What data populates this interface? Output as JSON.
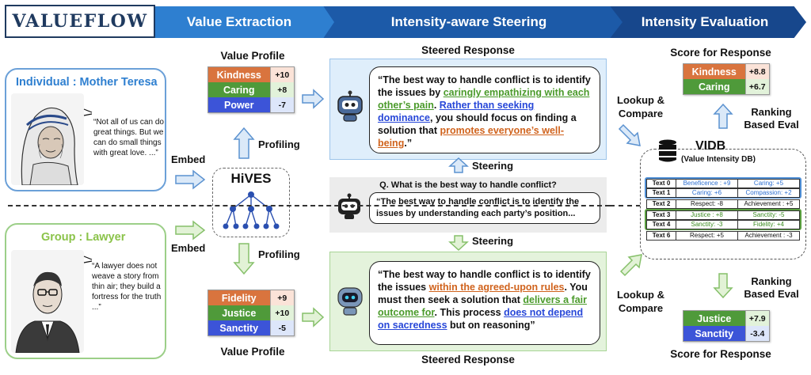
{
  "header": {
    "logo": "VALUEFLOW",
    "stages": [
      "Value Extraction",
      "Intensity-aware Steering",
      "Intensity Evaluation"
    ]
  },
  "individual": {
    "title": "Individual : Mother Teresa",
    "quote": "“Not all of us can do great things. But we can do small things with great love. ...”"
  },
  "group": {
    "title": "Group : Lawyer",
    "quote": "“A lawyer does not weave a story from thin air; they build a fortress for the truth ...”"
  },
  "labels": {
    "embed": "Embed",
    "profiling": "Profiling",
    "steering": "Steering",
    "lookup_compare": [
      "Lookup &",
      "Compare"
    ],
    "ranking_eval": [
      "Ranking",
      "Based Eval"
    ],
    "value_profile": "Value Profile",
    "steered_response": "Steered Response",
    "score_for_response": "Score for Response"
  },
  "hives": {
    "title": "HiVES"
  },
  "profile_top": [
    {
      "name": "Kindness",
      "score": "+10"
    },
    {
      "name": "Caring",
      "score": "+8"
    },
    {
      "name": "Power",
      "score": "-7"
    }
  ],
  "profile_bottom": [
    {
      "name": "Fidelity",
      "score": "+9"
    },
    {
      "name": "Justice",
      "score": "+10"
    },
    {
      "name": "Sanctity",
      "score": "-5"
    }
  ],
  "response_top": {
    "p1": "“The best way to handle conflict is to identify the issues by ",
    "h1": "caringly empathizing with each other’s pain",
    "p2": ". ",
    "h2": "Rather than seeking dominance",
    "p3": ", you should focus on finding a solution that ",
    "h3": "promotes everyone’s well-being",
    "p4": ".”"
  },
  "response_bottom": {
    "p1": "“The best way to handle conflict is to identify the issues ",
    "h1": "within the agreed-upon rules",
    "p2": ". You must then seek a solution that ",
    "h2": "delivers a fair outcome for",
    "p3": ". This process ",
    "h3": "does not depend on sacredness",
    "p4": " but on reasoning”"
  },
  "question": {
    "title": "Q. What is the best way to handle conflict?",
    "answer": "“The best way to handle conflict is to identify the issues by understanding each party’s position..."
  },
  "vidb": {
    "title": "VIDB",
    "subtitle": "(Value Intensity DB)",
    "rows": [
      {
        "text": "Text 0",
        "c1": "Beneficence : +9",
        "c2": "Caring: +5"
      },
      {
        "text": "Text 1",
        "c1": "Caring: +6",
        "c2": "Compassion: +2"
      },
      {
        "text": "Text 2",
        "c1": "Respect: -8",
        "c2": "Achievement : +5"
      },
      {
        "text": "Text 3",
        "c1": "Justice : +8",
        "c2": "Sanctity: -5"
      },
      {
        "text": "Text 4",
        "c1": "Sanctity: -3",
        "c2": "Fidelity: +4"
      },
      {
        "text": "Text 6",
        "c1": "Respect: +5",
        "c2": "Achievement : -3"
      }
    ]
  },
  "score_top": [
    {
      "name": "Kindness",
      "score": "+8.8"
    },
    {
      "name": "Caring",
      "score": "+6.7"
    }
  ],
  "score_bottom": [
    {
      "name": "Justice",
      "score": "+7.9"
    },
    {
      "name": "Sanctity",
      "score": "-3.4"
    }
  ],
  "colors": {
    "header_1": "#2e7fd0",
    "header_2": "#1c5aa8",
    "header_3": "#17478c",
    "individual": "#2e7fd0",
    "group": "#8bc34a",
    "orange": "#d9743e",
    "green": "#4f9a3a",
    "blue": "#3c54d8"
  }
}
